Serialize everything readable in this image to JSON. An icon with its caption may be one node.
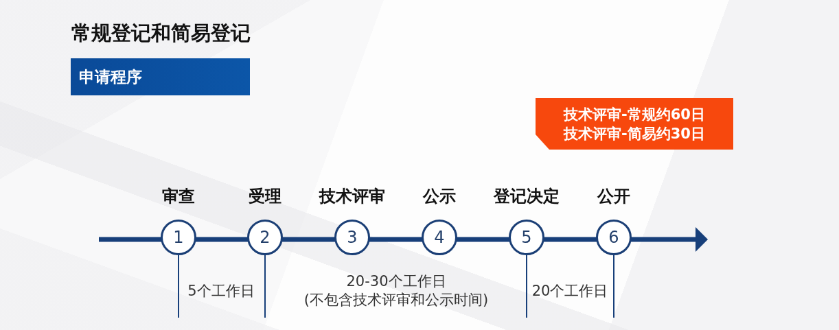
{
  "diagram": {
    "title": "常规登记和简易登记",
    "nodes": [
      {
        "text": [
          "申请程序"
        ]
      },
      {
        "text": [
          "技术评审-常规约60日",
          "技术评审-简易约30日"
        ]
      },
      {
        "text": [
          "1"
        ],
        "beside": [
          "审查"
        ]
      },
      {
        "text": [
          "2"
        ],
        "beside": [
          "受理"
        ]
      },
      {
        "text": [
          "3"
        ],
        "beside": [
          "技术评审"
        ]
      },
      {
        "text": [
          "4"
        ],
        "beside": [
          "公示"
        ]
      },
      {
        "text": [
          "5"
        ],
        "beside": [
          "登记决定"
        ]
      },
      {
        "text": [
          "6"
        ],
        "beside": [
          "公开"
        ]
      }
    ],
    "edges": [
      {
        "from": null,
        "to": 2,
        "arrow": "none"
      },
      {
        "from": 2,
        "to": 3,
        "arrow": "none"
      },
      {
        "from": 3,
        "to": 4,
        "arrow": "none"
      },
      {
        "from": 4,
        "to": 5,
        "arrow": "none"
      },
      {
        "from": 5,
        "to": 6,
        "arrow": "none"
      },
      {
        "from": 6,
        "to": 7,
        "arrow": "none"
      },
      {
        "from": 7,
        "to": null,
        "arrow": "to"
      }
    ],
    "labels": [
      "5个工作日",
      "20-30个工作日",
      "(不包含技术评审和公示时间)",
      "20个工作日"
    ]
  }
}
